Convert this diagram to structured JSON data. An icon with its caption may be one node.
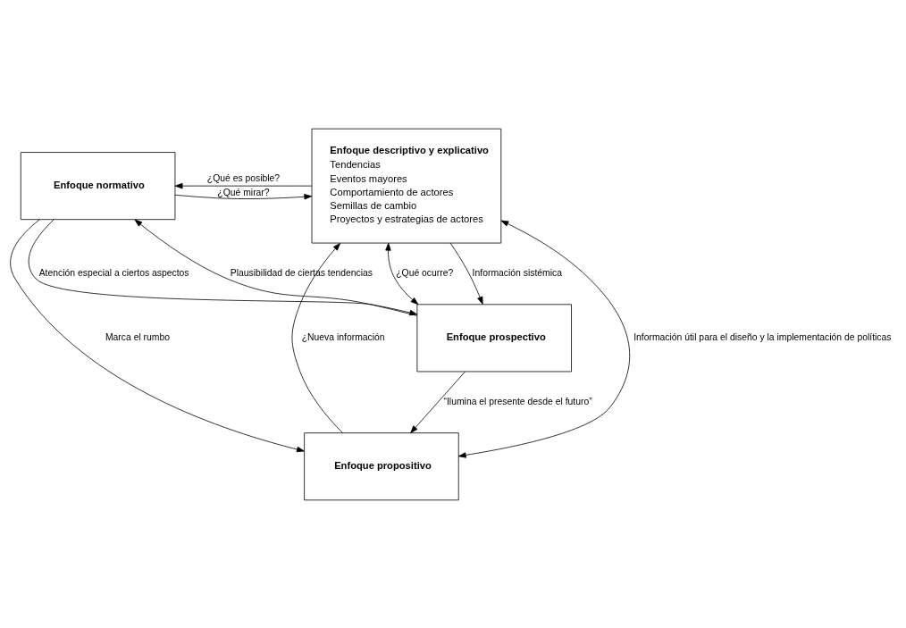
{
  "diagram": {
    "nodes": [
      {
        "text": [
          "Enfoque normativo"
        ]
      },
      {
        "text": [
          "Enfoque descriptivo y explicativo",
          "Tendencias",
          "Eventos mayores",
          "Comportamiento de actores",
          "Semillas de cambio",
          "Proyectos y estrategias de actores"
        ]
      },
      {
        "text": [
          "Enfoque prospectivo"
        ]
      },
      {
        "text": [
          "Enfoque propositivo"
        ]
      }
    ],
    "edges": [
      {
        "from": 0,
        "to": 1,
        "arrow": "to",
        "label": "¿Qué mirar?"
      },
      {
        "from": 1,
        "to": 0,
        "arrow": "to",
        "label": "¿Qué es posible?"
      },
      {
        "from": 2,
        "to": 1,
        "arrow": "both",
        "label": "¿Qué ocurre?"
      },
      {
        "from": 2,
        "to": 0,
        "arrow": "to",
        "label": "Plausibilidad de ciertas tendencias"
      },
      {
        "from": 0,
        "to": 2,
        "arrow": "to",
        "label": "Atención especial a ciertos aspectos"
      },
      {
        "from": 1,
        "to": 2,
        "arrow": "to",
        "label": "Información sistémica"
      },
      {
        "from": 2,
        "to": 3,
        "arrow": "to",
        "label": "“Ilumina el presente desde el futuro”"
      },
      {
        "from": 3,
        "to": 1,
        "arrow": "to",
        "label": "¿Nueva información"
      },
      {
        "from": 1,
        "to": 3,
        "arrow": "both",
        "label": "Información útil para el diseño y la implementación de políticas"
      },
      {
        "from": 0,
        "to": 3,
        "arrow": "to",
        "label": "Marca el rumbo"
      }
    ]
  }
}
